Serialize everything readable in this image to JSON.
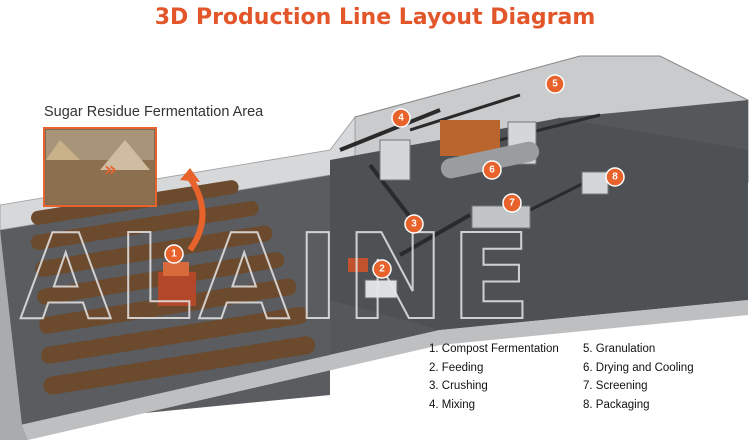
{
  "title": "3D Production Line Layout Diagram",
  "inset_label": "Sugar Residue  Fermentation Area",
  "watermark": "ALAINE",
  "badges": [
    "1",
    "2",
    "3",
    "4",
    "5",
    "6",
    "7",
    "8"
  ],
  "legend_left": [
    "1. Compost Fermentation",
    "2. Feeding",
    "3. Crushing",
    "4. Mixing"
  ],
  "legend_right": [
    "5. Granulation",
    "6. Drying and Cooling",
    "7. Screening",
    "8. Packaging"
  ],
  "colors": {
    "title": "#e2562a",
    "badge": "#e8622c",
    "floor": "#55585b",
    "compost": "#6b4a2e"
  }
}
